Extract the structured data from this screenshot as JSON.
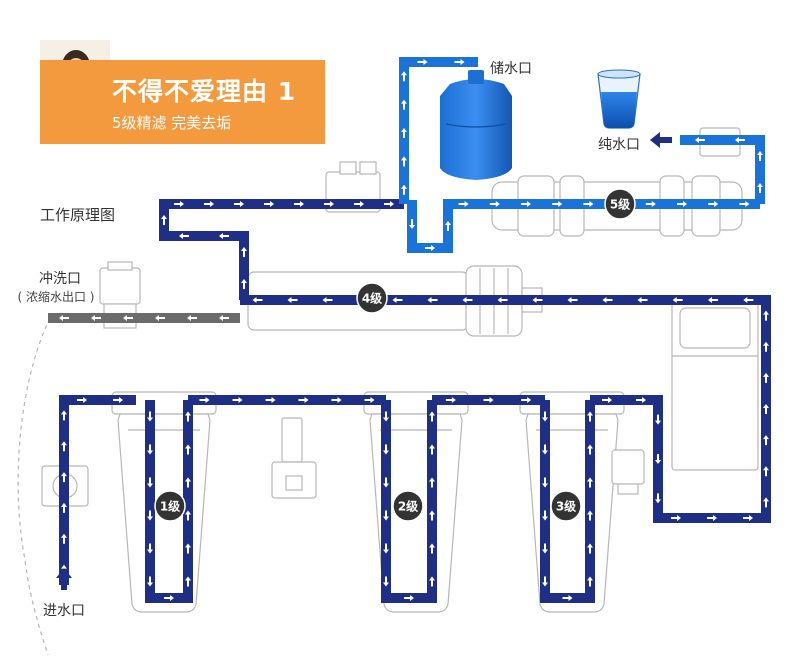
{
  "banner": {
    "headline": "不得不爱理由 1",
    "subtitle": "5级精滤 完美去垢"
  },
  "labels": {
    "diagram_title": "工作原理图",
    "storage_outlet": "储水口",
    "pure_water_outlet": "纯水口",
    "flush_outlet": "冲洗口",
    "concentrate_outlet": "( 浓缩水出口 )",
    "water_inlet": "进水口"
  },
  "stages": [
    {
      "id": "stage1",
      "label": "1级"
    },
    {
      "id": "stage2",
      "label": "2级"
    },
    {
      "id": "stage3",
      "label": "3级"
    },
    {
      "id": "stage4",
      "label": "4级"
    },
    {
      "id": "stage5",
      "label": "5级"
    }
  ],
  "colors": {
    "banner": "#f29a3d",
    "raw_pipe": "#1f2f86",
    "pure_pipe": "#1a73d9",
    "waste_pipe": "#6b6b6b",
    "equipment_line": "#b7b7b7",
    "stage_badge": "#333333"
  },
  "icons": [
    "person-photo",
    "water-glass-icon",
    "flow-arrow-icon"
  ]
}
